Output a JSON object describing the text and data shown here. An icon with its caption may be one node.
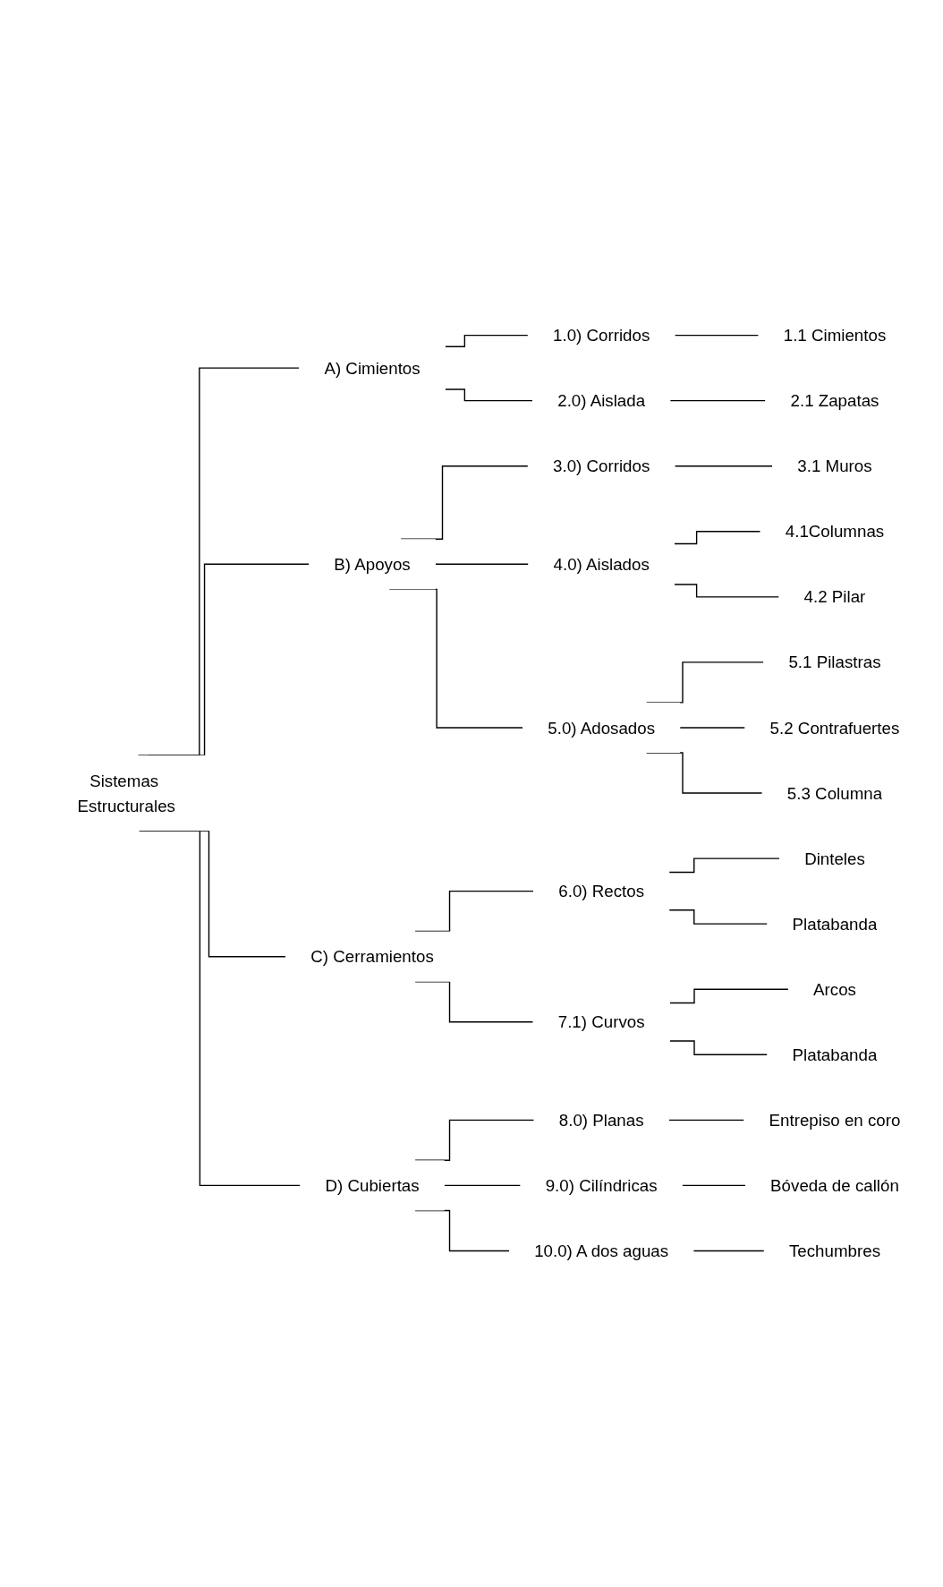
{
  "diagram": {
    "nodes": [
      {
        "text": [
          "Sistemas Estructurales"
        ]
      },
      {
        "text": [
          "A) Cimientos"
        ]
      },
      {
        "text": [
          "1.0) Corridos"
        ]
      },
      {
        "text": [
          "1.1 Cimientos"
        ]
      },
      {
        "text": [
          "2.0) Aislada"
        ]
      },
      {
        "text": [
          "2.1 Zapatas"
        ]
      },
      {
        "text": [
          "B) Apoyos"
        ]
      },
      {
        "text": [
          "3.0) Corridos"
        ]
      },
      {
        "text": [
          "3.1 Muros"
        ]
      },
      {
        "text": [
          "4.0) Aislados"
        ]
      },
      {
        "text": [
          "4.1Columnas"
        ]
      },
      {
        "text": [
          "4.2 Pilar"
        ]
      },
      {
        "text": [
          "5.0) Adosados"
        ]
      },
      {
        "text": [
          "5.1 Pilastras"
        ]
      },
      {
        "text": [
          "5.2 Contrafuertes"
        ]
      },
      {
        "text": [
          "5.3 Columna"
        ]
      },
      {
        "text": [
          "C) Cerramientos"
        ]
      },
      {
        "text": [
          "6.0) Rectos"
        ]
      },
      {
        "text": [
          "Dinteles"
        ]
      },
      {
        "text": [
          "Platabanda"
        ]
      },
      {
        "text": [
          "7.1) Curvos"
        ]
      },
      {
        "text": [
          "Arcos"
        ]
      },
      {
        "text": [
          "Platabanda"
        ]
      },
      {
        "text": [
          "D) Cubiertas"
        ]
      },
      {
        "text": [
          "8.0) Planas"
        ]
      },
      {
        "text": [
          "Entrepiso en coro"
        ]
      },
      {
        "text": [
          "9.0) Cilíndricas"
        ]
      },
      {
        "text": [
          "Bóveda de callón"
        ]
      },
      {
        "text": [
          "10.0)  A dos aguas"
        ]
      },
      {
        "text": [
          "Techumbres"
        ]
      }
    ],
    "edges": [
      {
        "from": 0,
        "to": 1,
        "arrow": "none"
      },
      {
        "from": 1,
        "to": 2,
        "arrow": "none"
      },
      {
        "from": 2,
        "to": 3,
        "arrow": "none"
      },
      {
        "from": 1,
        "to": 4,
        "arrow": "none"
      },
      {
        "from": 4,
        "to": 5,
        "arrow": "none"
      },
      {
        "from": 0,
        "to": 6,
        "arrow": "none"
      },
      {
        "from": 6,
        "to": 7,
        "arrow": "none"
      },
      {
        "from": 7,
        "to": 8,
        "arrow": "none"
      },
      {
        "from": 6,
        "to": 9,
        "arrow": "none"
      },
      {
        "from": 9,
        "to": 10,
        "arrow": "none"
      },
      {
        "from": 9,
        "to": 11,
        "arrow": "none"
      },
      {
        "from": 6,
        "to": 12,
        "arrow": "none"
      },
      {
        "from": 12,
        "to": 13,
        "arrow": "none"
      },
      {
        "from": 12,
        "to": 14,
        "arrow": "none"
      },
      {
        "from": 12,
        "to": 15,
        "arrow": "none"
      },
      {
        "from": 0,
        "to": 16,
        "arrow": "none"
      },
      {
        "from": 16,
        "to": 17,
        "arrow": "none"
      },
      {
        "from": 17,
        "to": 18,
        "arrow": "none"
      },
      {
        "from": 17,
        "to": 19,
        "arrow": "none"
      },
      {
        "from": 16,
        "to": 20,
        "arrow": "none"
      },
      {
        "from": 20,
        "to": 21,
        "arrow": "none"
      },
      {
        "from": 20,
        "to": 22,
        "arrow": "none"
      },
      {
        "from": 0,
        "to": 23,
        "arrow": "none"
      },
      {
        "from": 23,
        "to": 24,
        "arrow": "none"
      },
      {
        "from": 24,
        "to": 25,
        "arrow": "none"
      },
      {
        "from": 23,
        "to": 26,
        "arrow": "none"
      },
      {
        "from": 26,
        "to": 27,
        "arrow": "none"
      },
      {
        "from": 23,
        "to": 28,
        "arrow": "none"
      },
      {
        "from": 28,
        "to": 29,
        "arrow": "none"
      }
    ]
  }
}
